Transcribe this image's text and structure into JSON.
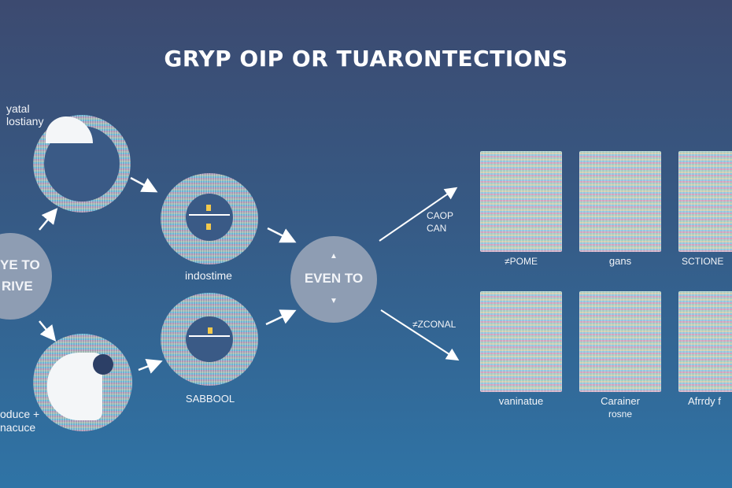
{
  "title": "GRYP OIP OR TUARONTECTIONS",
  "left_node": {
    "line1": "YE TO",
    "line2": "RIVE"
  },
  "top_left_label": {
    "line1": "yatal",
    "line2": "lostiany"
  },
  "bottom_left_label": {
    "line1": "oduce +",
    "line2": "nacuce"
  },
  "middle_top_label": "indostime",
  "middle_bottom_label": "SABBOOL",
  "center_node": {
    "label": "EVEN TO",
    "up_glyph": "▲",
    "down_glyph": "▼"
  },
  "right_arrow_labels": {
    "upper_line1": "CAOP",
    "upper_line2": "CAN",
    "lower": "≠ZCONAL"
  },
  "panels_top": [
    "≠POME",
    "gans",
    "SCTIONE"
  ],
  "panels_bottom": [
    {
      "line1": "vaninatue",
      "line2": ""
    },
    {
      "line1": "Carainer",
      "line2": "rosne"
    },
    {
      "line1": "Afrrdy f",
      "line2": ""
    }
  ]
}
